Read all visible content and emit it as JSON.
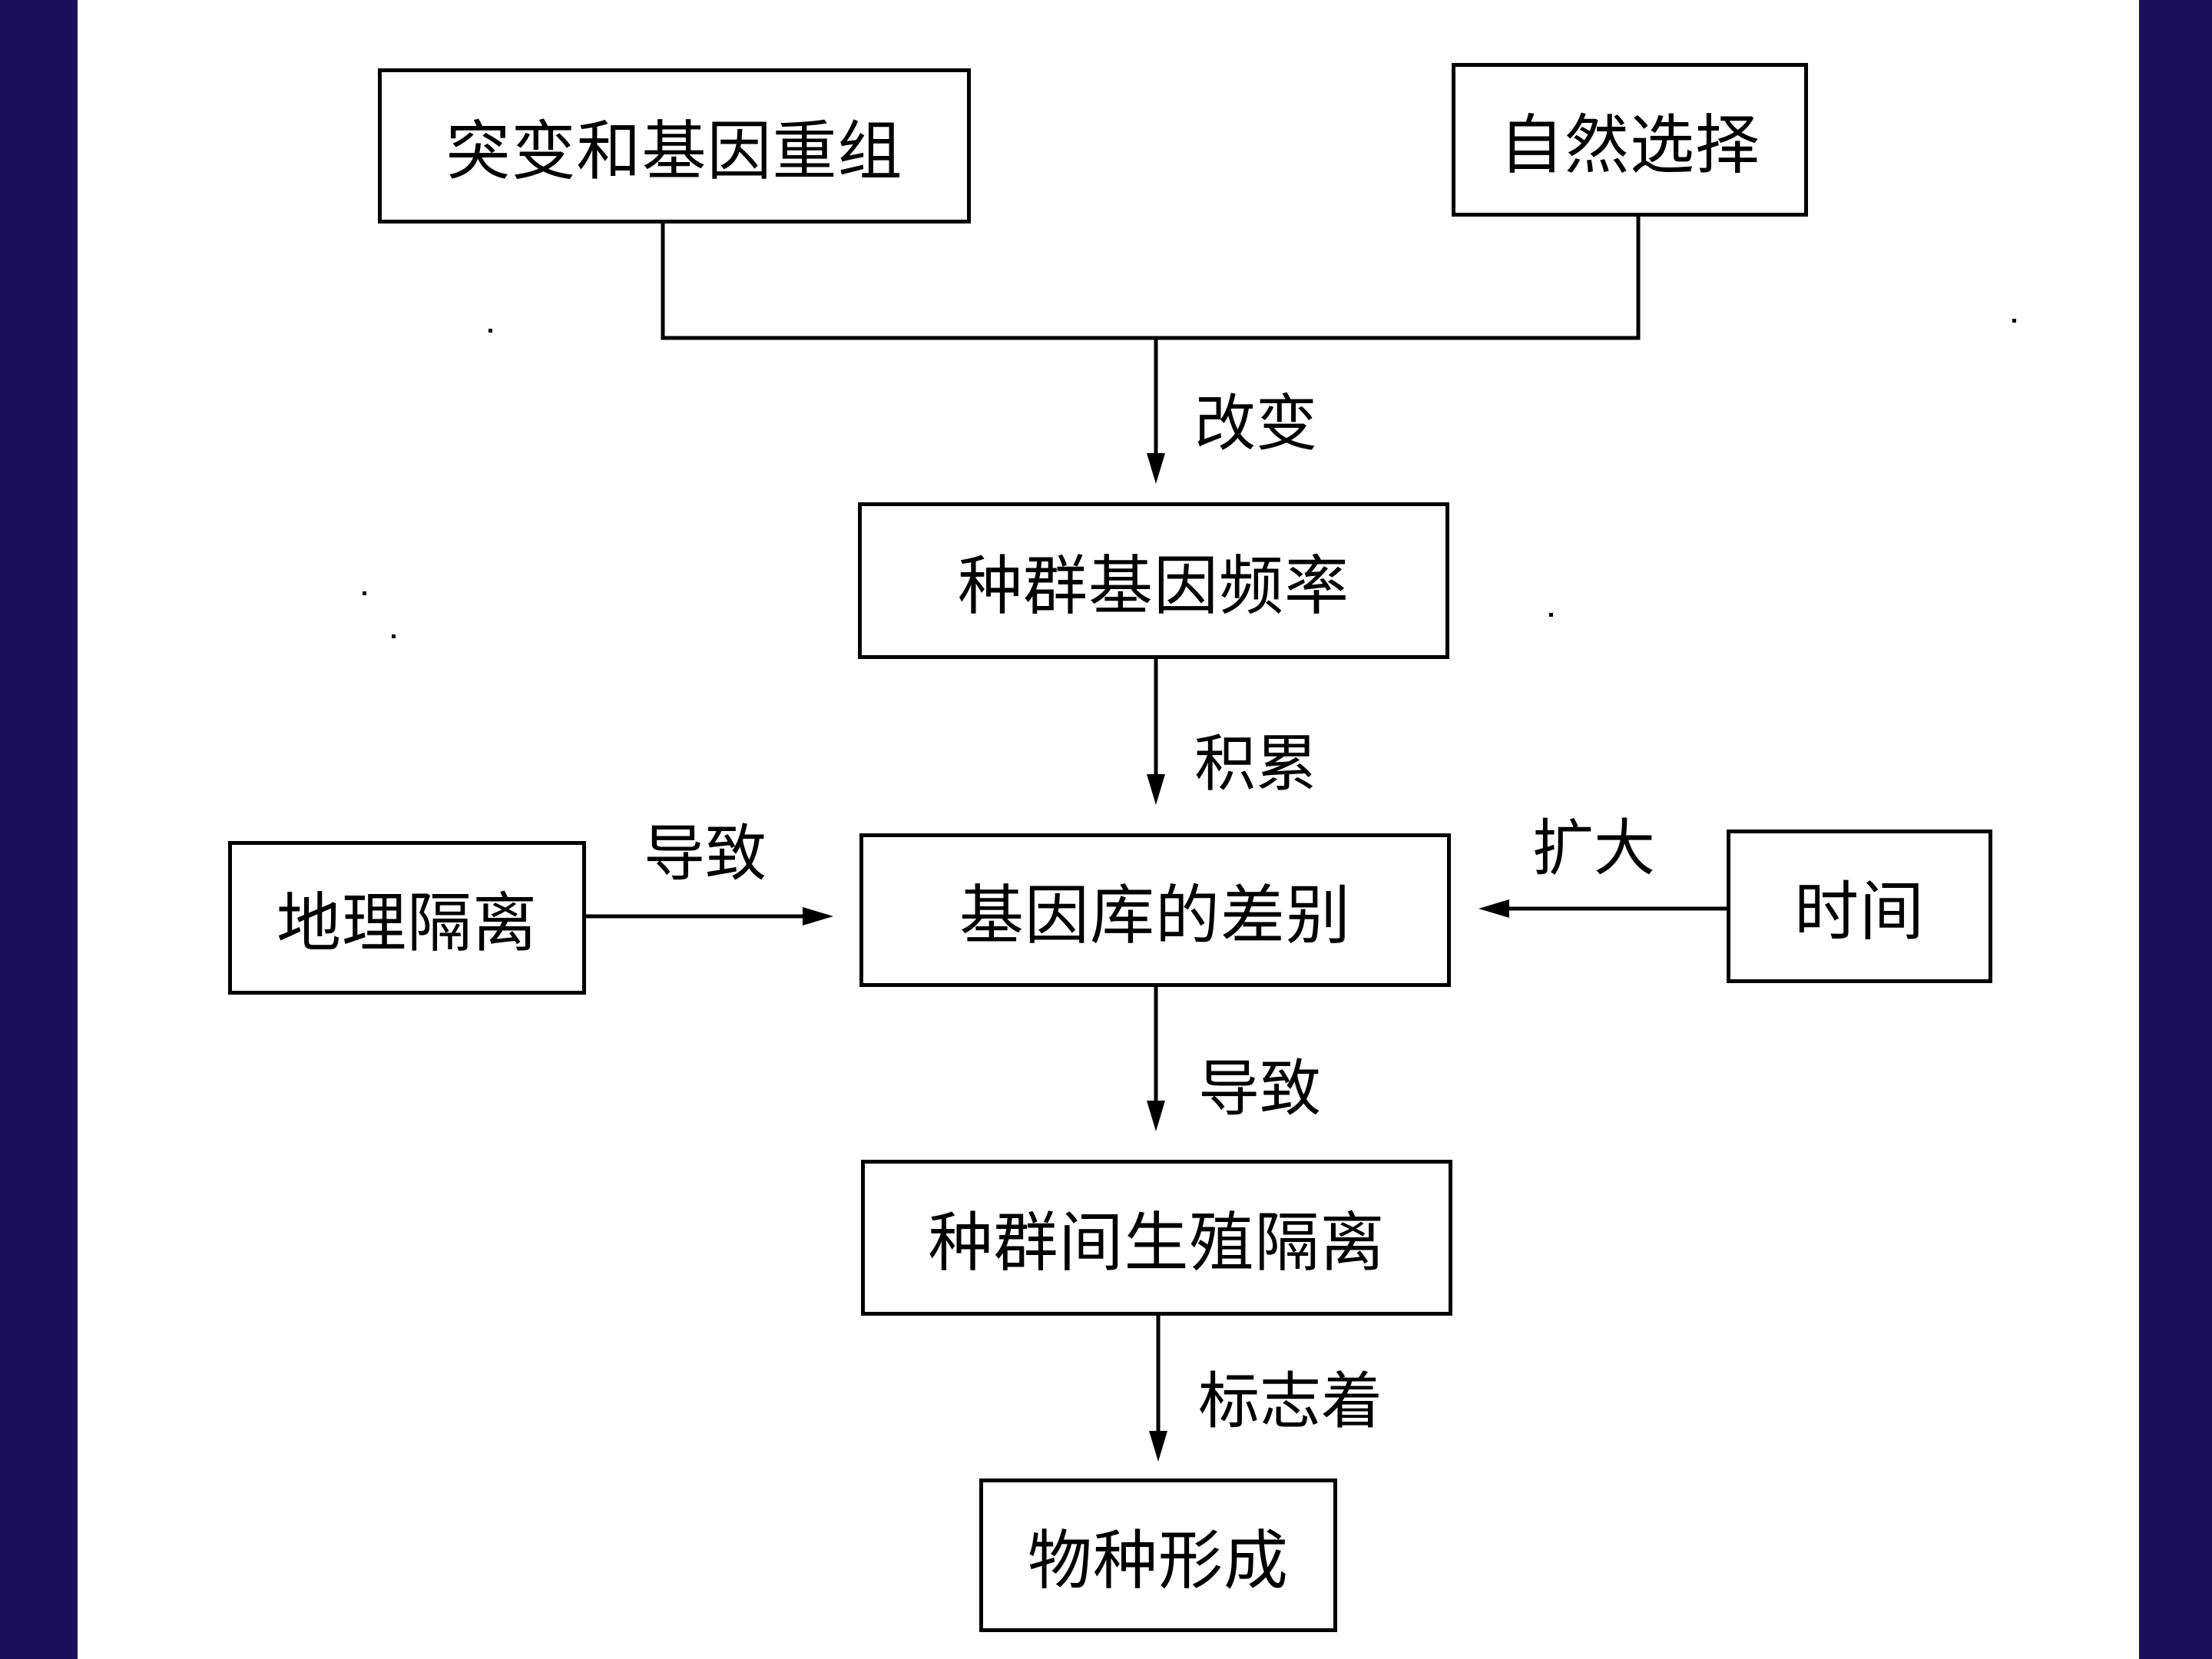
{
  "colors": {
    "frame": "#1c0f5c",
    "paper": "#ffffff",
    "ink": "#000000"
  },
  "nodes": {
    "mutation": "突变和基因重组",
    "natural_selection": "自然选择",
    "gene_frequency": "种群基因频率",
    "gene_pool_difference": "基因库的差别",
    "geographic_isolation": "地理隔离",
    "time": "时间",
    "reproductive_isolation": "种群间生殖隔离",
    "speciation": "物种形成"
  },
  "edges": {
    "change": "改变",
    "accumulate": "积累",
    "cause_left": "导致",
    "expand": "扩大",
    "cause_down": "导致",
    "marks": "标志着"
  }
}
